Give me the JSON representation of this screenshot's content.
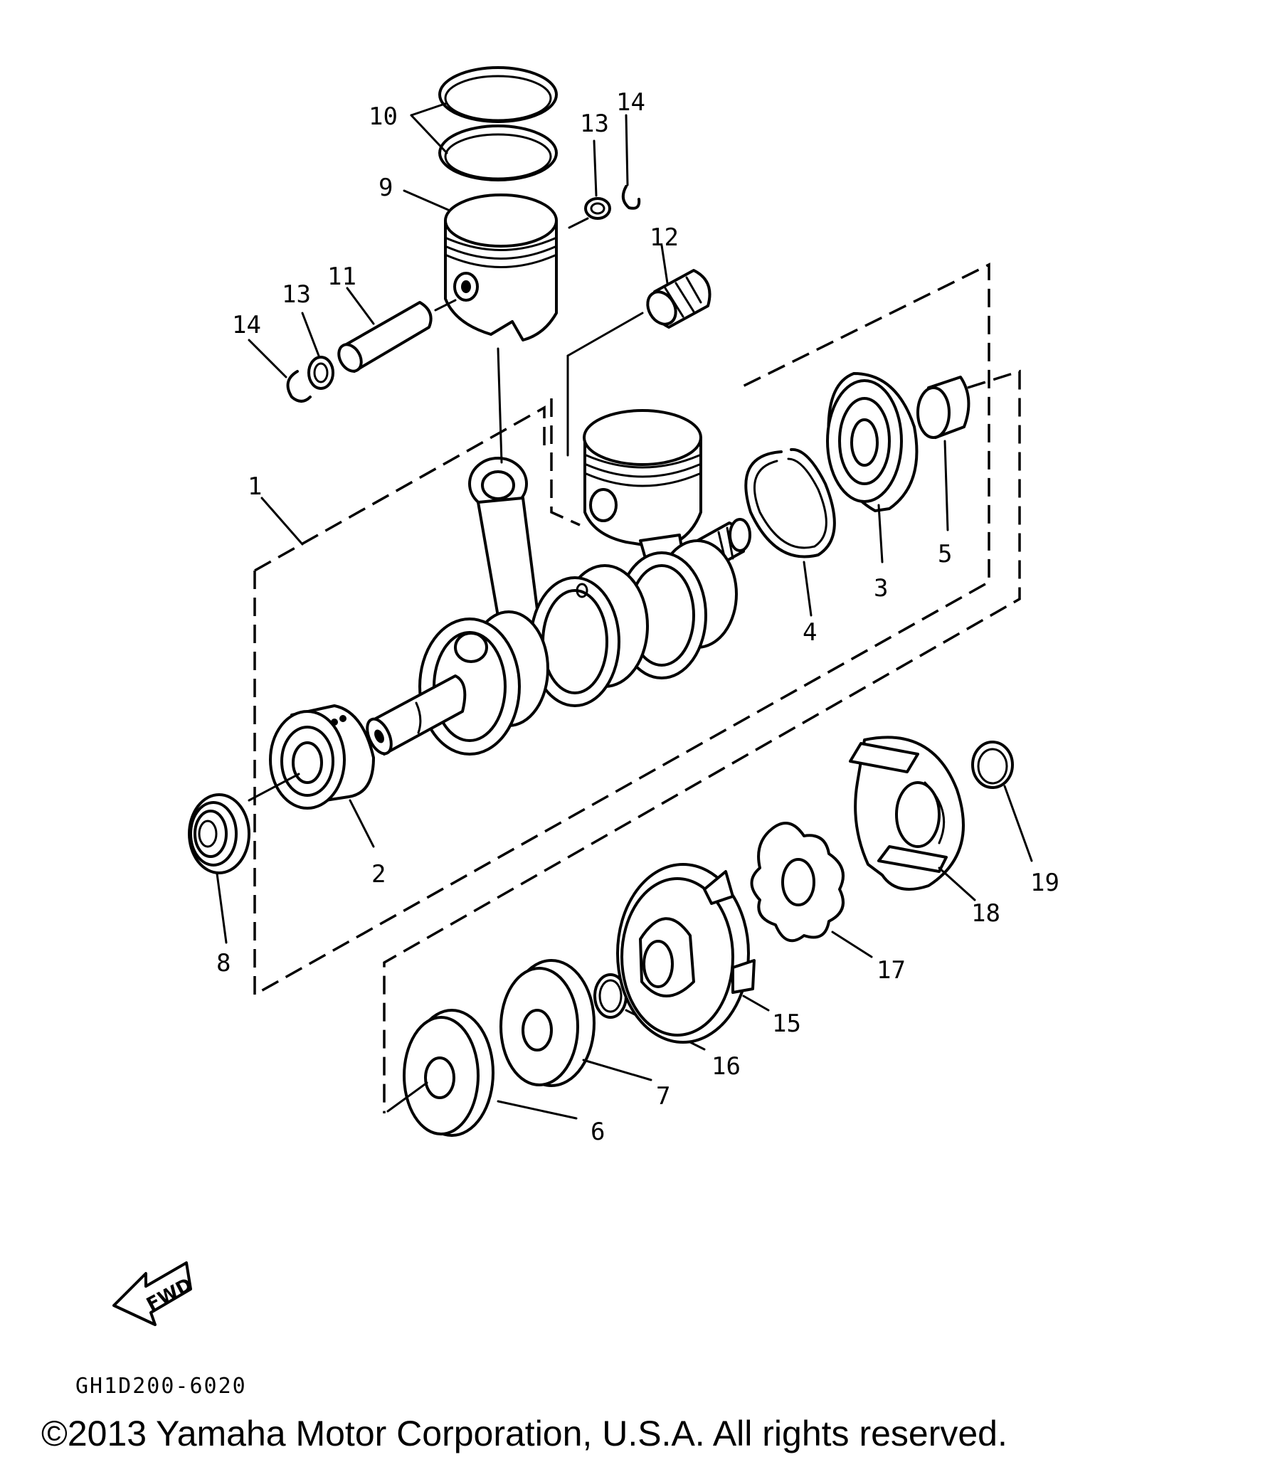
{
  "diagram": {
    "callouts": [
      "1",
      "2",
      "3",
      "4",
      "5",
      "6",
      "7",
      "8",
      "9",
      "10",
      "11",
      "12",
      "13",
      "13",
      "14",
      "14",
      "15",
      "16",
      "17",
      "18",
      "19"
    ],
    "direction_label": "FWD",
    "drawing_code": "GH1D200-6020",
    "copyright": "©2013 Yamaha Motor Corporation, U.S.A. All rights reserved."
  }
}
